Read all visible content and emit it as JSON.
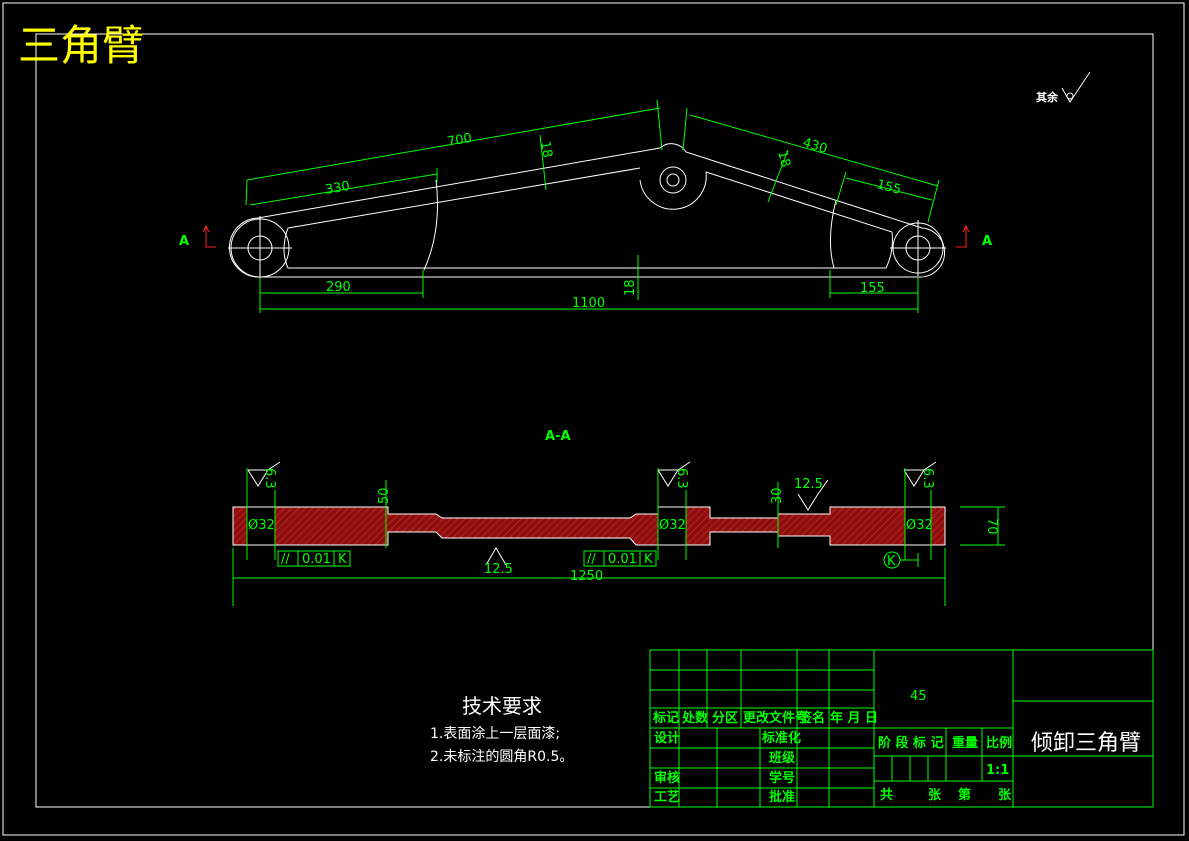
{
  "sheet": {
    "title": "三角臂",
    "roughness_note": "其余"
  },
  "front_view": {
    "section_marks": [
      "A",
      "A"
    ],
    "dims": {
      "d700": "700",
      "d330": "330",
      "d18a": "18",
      "d430": "430",
      "d18b": "18",
      "d155a": "155",
      "d290": "290",
      "d18c": "18",
      "d1100": "1100",
      "d155b": "155"
    }
  },
  "section_view": {
    "label": "A-A",
    "dims": {
      "r63a": "6.3",
      "r63b": "6.3",
      "r63c": "6.3",
      "d50": "50",
      "d30": "30",
      "r125a": "12.5",
      "r125b": "12.5",
      "phi32a": "Ø32",
      "phi32b": "Ø32",
      "phi32c": "Ø32",
      "d70": "70",
      "d1250": "1250",
      "tol1_sym": "//",
      "tol1_val": "0.01",
      "tol1_ref": "K",
      "tol2_sym": "//",
      "tol2_val": "0.01",
      "tol2_ref": "K",
      "datum": "K"
    }
  },
  "tech_req": {
    "title": "技术要求",
    "items": [
      "1.表面涂上一层面漆;",
      "2.未标注的圆角R0.5。"
    ]
  },
  "title_block": {
    "material": "45",
    "drawing_name": "倾卸三角臂",
    "scale": "1:1",
    "hdr": {
      "mark": "标记",
      "count": "处数",
      "zone": "分区",
      "change_doc": "更改文件号",
      "sign": "签名",
      "date": "年 月 日"
    },
    "rows": {
      "design": "设计",
      "standard": "标准化",
      "class": "班级",
      "review": "审核",
      "student_no": "学号",
      "process": "工艺",
      "approve": "批准"
    },
    "info": {
      "stage_mark": "阶 段 标 记",
      "weight": "重量",
      "ratio": "比例"
    },
    "sheets": {
      "total": "共",
      "zhang1": "张",
      "di": "第",
      "zhang2": "张"
    }
  }
}
